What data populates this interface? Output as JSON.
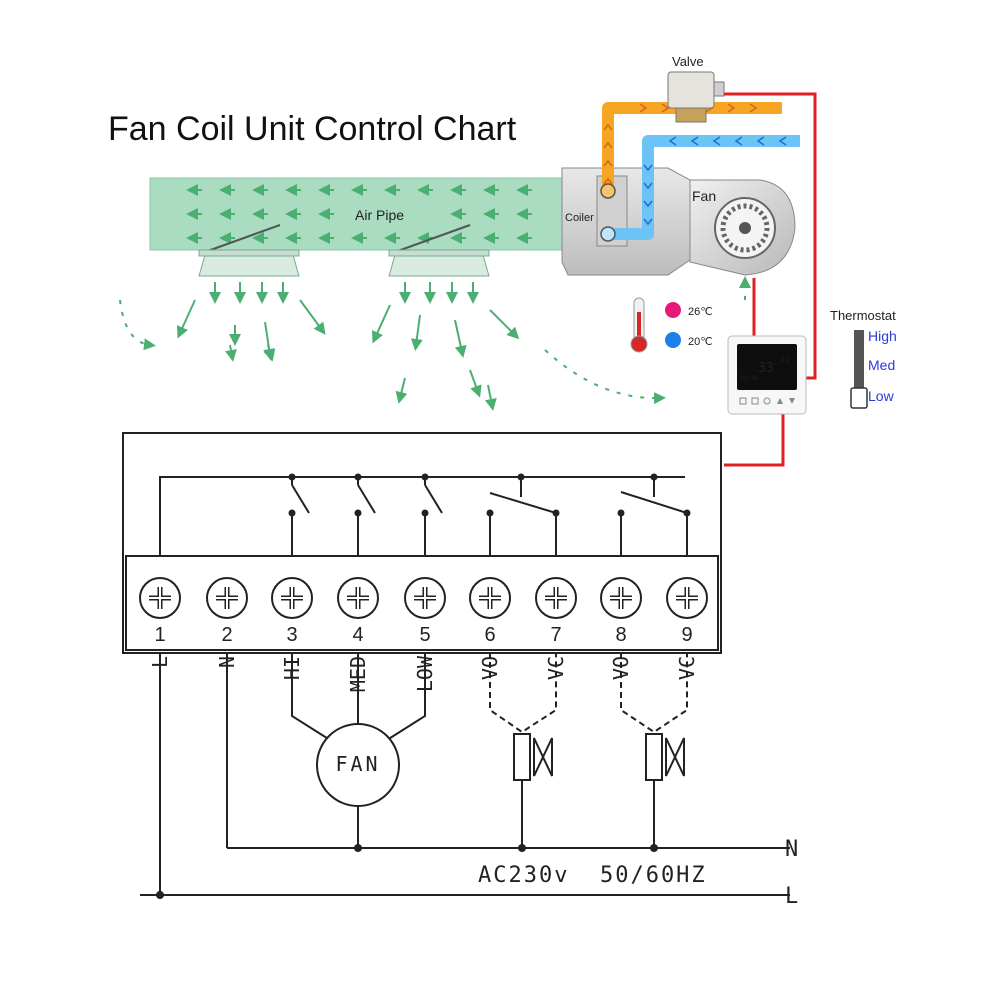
{
  "title": "Fan Coil Unit Control Chart",
  "labels": {
    "valve": "Valve",
    "air_pipe": "Air Pipe",
    "coiler": "Coiler",
    "fan": "Fan",
    "thermostat": "Thermostat",
    "high": "High",
    "med": "Med",
    "low": "Low",
    "temp_hot": "26℃",
    "temp_cold": "20℃",
    "display_temp": "33",
    "display_set": "22",
    "display_time": "01:36"
  },
  "terminals": [
    {
      "number": "1",
      "signal": "L"
    },
    {
      "number": "2",
      "signal": "N"
    },
    {
      "number": "3",
      "signal": "HI"
    },
    {
      "number": "4",
      "signal": "MED"
    },
    {
      "number": "5",
      "signal": "LOW"
    },
    {
      "number": "6",
      "signal": "VO"
    },
    {
      "number": "7",
      "signal": "VC"
    },
    {
      "number": "8",
      "signal": "VO"
    },
    {
      "number": "9",
      "signal": "VC"
    }
  ],
  "fan_label": "FAN",
  "supply": {
    "n_label": "N",
    "l_label": "L",
    "spec": "AC230v  50/60HZ"
  },
  "colors": {
    "duct": "#9fd8b8",
    "arrow": "#4caf72",
    "hot_pipe": "#f6a623",
    "cold_pipe": "#4ab3f0",
    "wire": "#e02020",
    "hot_dot": "#e8187a",
    "cold_dot": "#1e7fe8"
  }
}
